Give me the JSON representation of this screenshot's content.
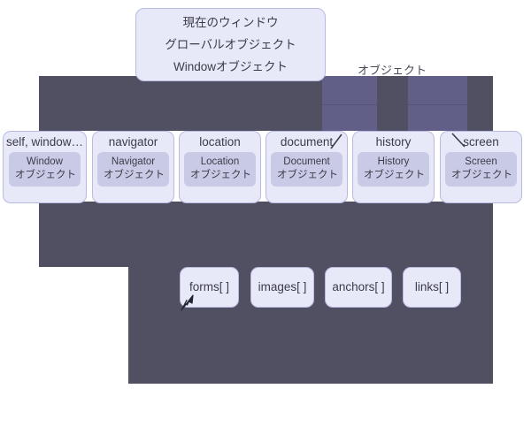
{
  "diagram": {
    "title_node": {
      "lines": [
        "現在のウィンドウ",
        "グローバルオブジェクト",
        "Windowオブジェクト"
      ]
    },
    "occluded_label": "オブジェクト",
    "object_nodes": [
      {
        "name": "self, window…",
        "object": "Window\nオブジェクト",
        "object_line1": "Window",
        "object_line2": "オブジェクト"
      },
      {
        "name": "navigator",
        "object_line1": "Navigator",
        "object_line2": "オブジェクト"
      },
      {
        "name": "location",
        "object_line1": "Location",
        "object_line2": "オブジェクト"
      },
      {
        "name": "document",
        "object_line1": "Document",
        "object_line2": "オブジェクト"
      },
      {
        "name": "history",
        "object_line1": "History",
        "object_line2": "オブジェクト"
      },
      {
        "name": "screen",
        "object_line1": "Screen",
        "object_line2": "オブジェクト"
      }
    ],
    "collection_nodes": [
      {
        "name": "forms[ ]"
      },
      {
        "name": "images[ ]"
      },
      {
        "name": "anchors[ ]"
      },
      {
        "name": "links[ ]"
      }
    ],
    "colors": {
      "node_fill": "#e7e9f9",
      "node_border": "#b9bae2",
      "node_inner_fill": "#c9cae6",
      "overlay_dark": "#515063",
      "overlay_purple": "#615f87",
      "text": "#3c3c48",
      "background": "#ffffff"
    }
  }
}
